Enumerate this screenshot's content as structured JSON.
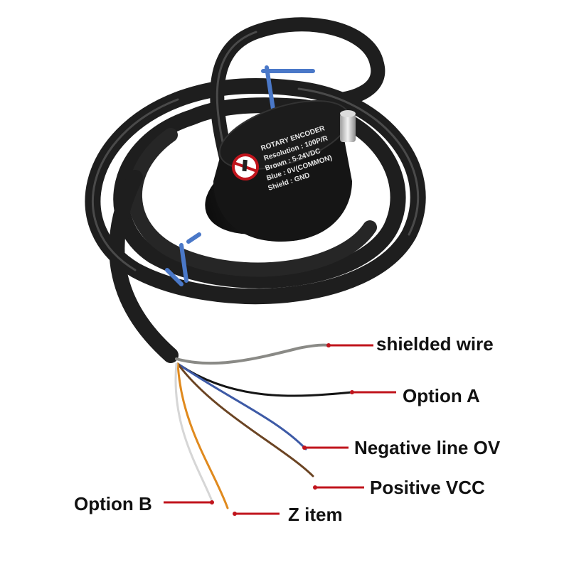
{
  "labels": {
    "shielded_wire": "shielded wire",
    "option_a": "Option A",
    "negative_line": "Negative line OV",
    "positive_vcc": "Positive VCC",
    "option_b": "Option B",
    "z_item": "Z item"
  },
  "encoder_label": {
    "title": "ROTARY ENCODER",
    "line1": "Resolution : 100P/R",
    "line2": "Brown : 5-24VDC",
    "line3": "Blue : 0V(COMMON)",
    "line4": "Shield : GND"
  },
  "colors": {
    "leader_line": "#c0141c",
    "cable": "#1e1e1e",
    "cable_highlight": "#4a4a4a",
    "tie": "#4a78c8",
    "wire_black": "#151515",
    "wire_blue": "#3d5aa6",
    "wire_brown": "#6b4423",
    "wire_orange": "#e08a1e",
    "wire_white": "#e6e6e6",
    "wire_shield": "#8a8a86"
  }
}
